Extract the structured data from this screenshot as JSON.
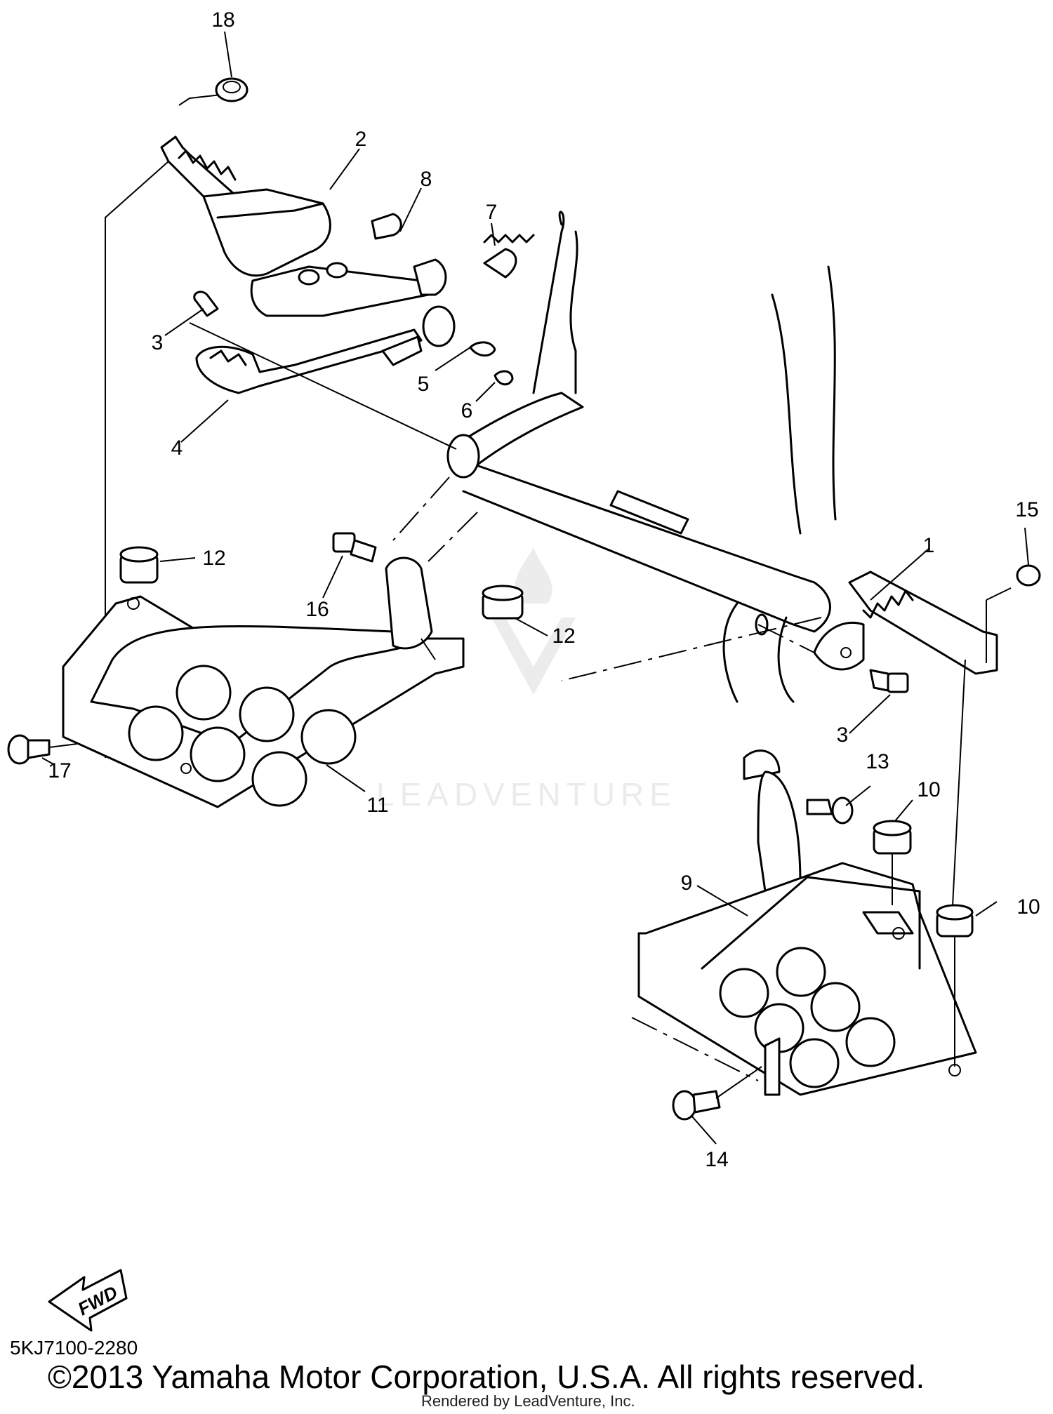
{
  "callouts": [
    {
      "id": "c18",
      "text": "18"
    },
    {
      "id": "c2",
      "text": "2"
    },
    {
      "id": "c8",
      "text": "8"
    },
    {
      "id": "c7",
      "text": "7"
    },
    {
      "id": "c3a",
      "text": "3"
    },
    {
      "id": "c5",
      "text": "5"
    },
    {
      "id": "c6",
      "text": "6"
    },
    {
      "id": "c4",
      "text": "4"
    },
    {
      "id": "c12a",
      "text": "12"
    },
    {
      "id": "c16",
      "text": "16"
    },
    {
      "id": "c12b",
      "text": "12"
    },
    {
      "id": "c15",
      "text": "15"
    },
    {
      "id": "c1",
      "text": "1"
    },
    {
      "id": "c17",
      "text": "17"
    },
    {
      "id": "c11",
      "text": "11"
    },
    {
      "id": "c3b",
      "text": "3"
    },
    {
      "id": "c13",
      "text": "13"
    },
    {
      "id": "c10a",
      "text": "10"
    },
    {
      "id": "c9",
      "text": "9"
    },
    {
      "id": "c10b",
      "text": "10"
    },
    {
      "id": "c14",
      "text": "14"
    }
  ],
  "fwd_label": "FWD",
  "watermark": "LEADVENTURE",
  "diagram_code": "5KJ7100-2280",
  "copyright": "©2013 Yamaha Motor Corporation, U.S.A. All rights reserved.",
  "rendered_by": "Rendered by LeadVenture, Inc."
}
